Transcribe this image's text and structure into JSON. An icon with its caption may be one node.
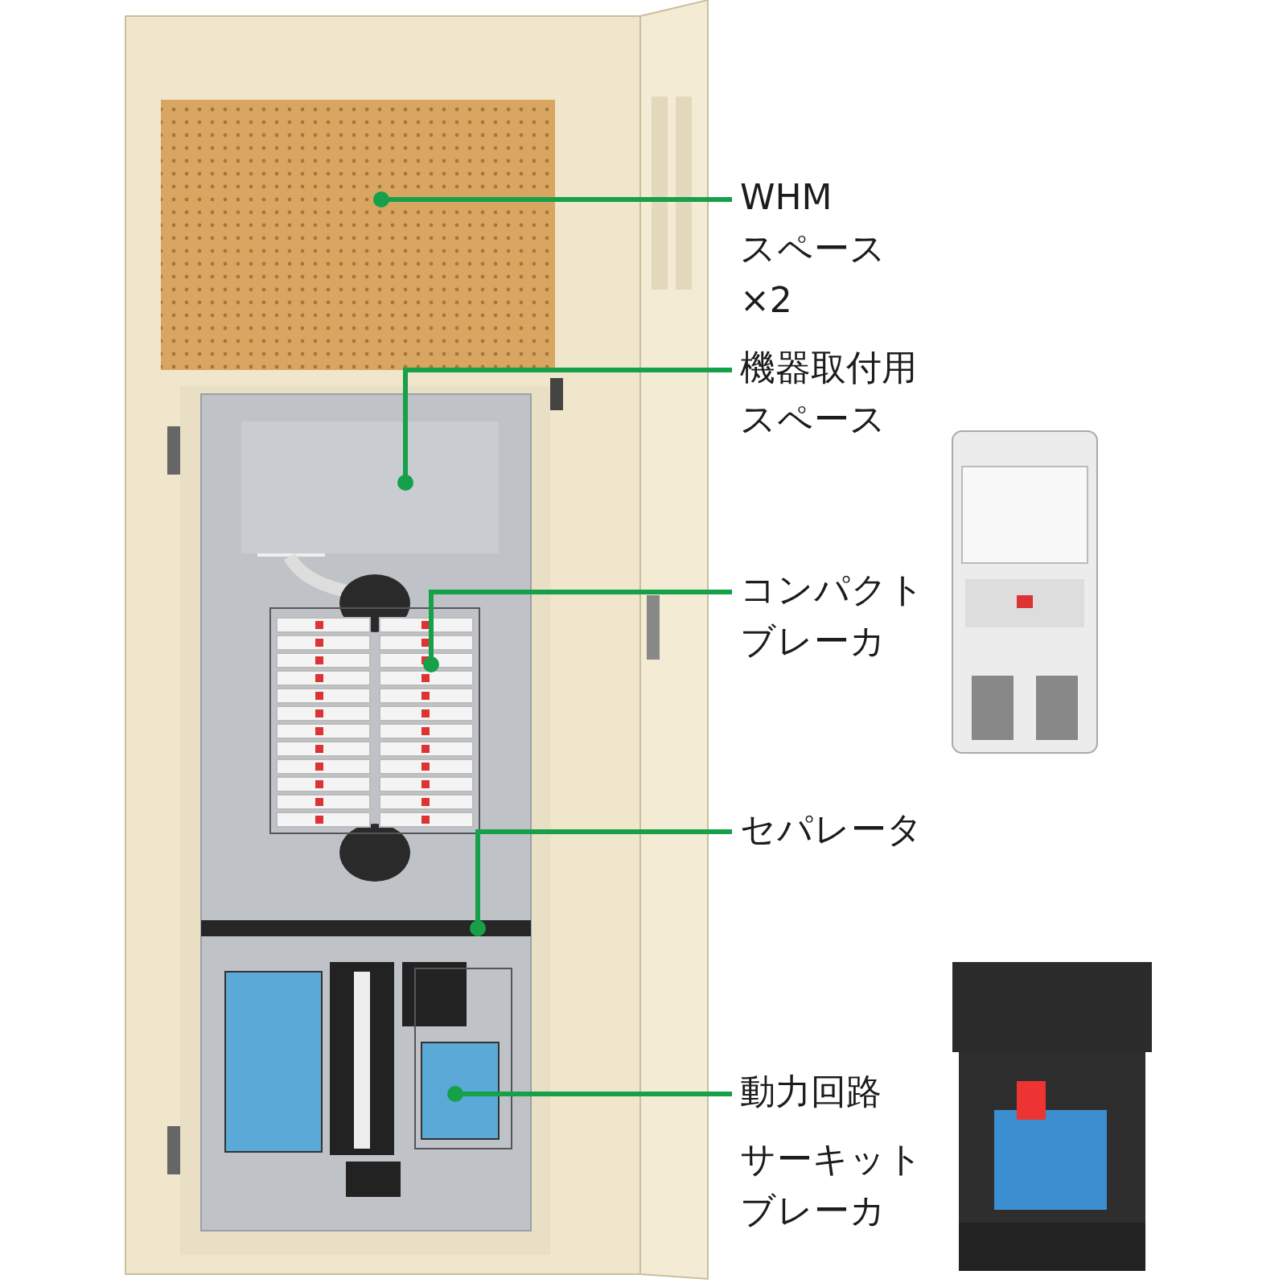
{
  "diagram": {
    "nodes": [
      {
        "text": [
          "WHM",
          "スペース×2"
        ]
      },
      {
        "text": [],
        "shape": "box"
      },
      {
        "text": [
          "機器取付用スペース"
        ]
      },
      {
        "text": [],
        "shape": "box"
      },
      {
        "text": [
          "コンパクトブレーカ"
        ]
      },
      {
        "text": [],
        "shape": "picture"
      },
      {
        "text": [
          "セパレータ"
        ]
      },
      {
        "text": [],
        "shape": "bar"
      },
      {
        "text": [
          "動力回路",
          "サーキットブレーカ"
        ]
      },
      {
        "text": [],
        "shape": "picture"
      }
    ],
    "edges": [
      {
        "from": 0,
        "to": 1,
        "arrow": "other"
      },
      {
        "from": 2,
        "to": 3,
        "arrow": "other"
      },
      {
        "from": 4,
        "to": 5,
        "arrow": "other"
      },
      {
        "from": 6,
        "to": 7,
        "arrow": "other"
      },
      {
        "from": 8,
        "to": 9,
        "arrow": "other"
      }
    ]
  }
}
